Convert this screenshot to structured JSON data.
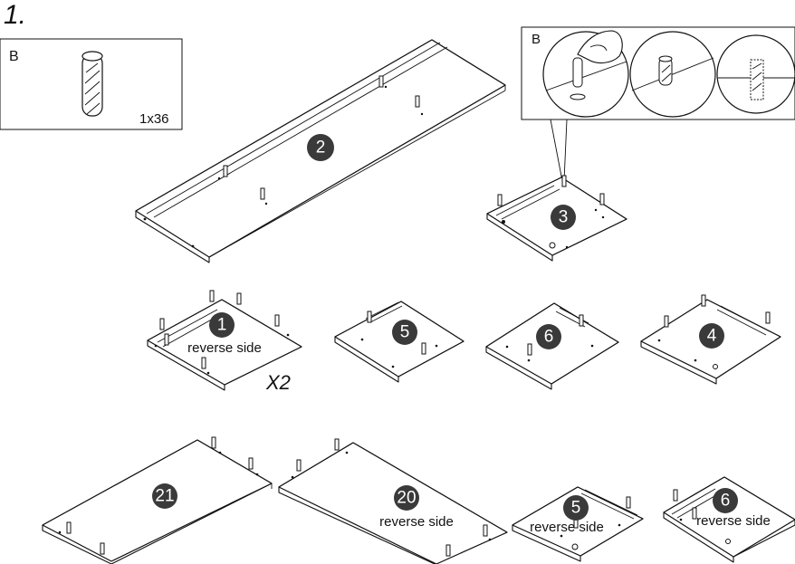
{
  "step": {
    "number": "1."
  },
  "legend_box": {
    "letter": "B",
    "quantity": "1x36",
    "icon": "wooden-dowel-icon"
  },
  "detail_box": {
    "letter": "B",
    "icons": [
      "hand-insert-dowel-icon",
      "dowel-in-hole-icon",
      "dowel-cross-section-icon"
    ]
  },
  "parts": [
    {
      "id": "part-2",
      "number": "2",
      "note": ""
    },
    {
      "id": "part-3",
      "number": "3",
      "note": ""
    },
    {
      "id": "part-1",
      "number": "1",
      "note": "reverse side"
    },
    {
      "id": "part-5a",
      "number": "5",
      "note": ""
    },
    {
      "id": "part-6a",
      "number": "6",
      "note": ""
    },
    {
      "id": "part-4",
      "number": "4",
      "note": ""
    },
    {
      "id": "part-21",
      "number": "21",
      "note": ""
    },
    {
      "id": "part-20",
      "number": "20",
      "note": "reverse side"
    },
    {
      "id": "part-5b",
      "number": "5",
      "note": "reverse side"
    },
    {
      "id": "part-6b",
      "number": "6",
      "note": "reverse side"
    }
  ],
  "multiplier": "X2",
  "colors": {
    "line": "#111111",
    "badge": "#3a3a3a",
    "background": "#ffffff"
  }
}
